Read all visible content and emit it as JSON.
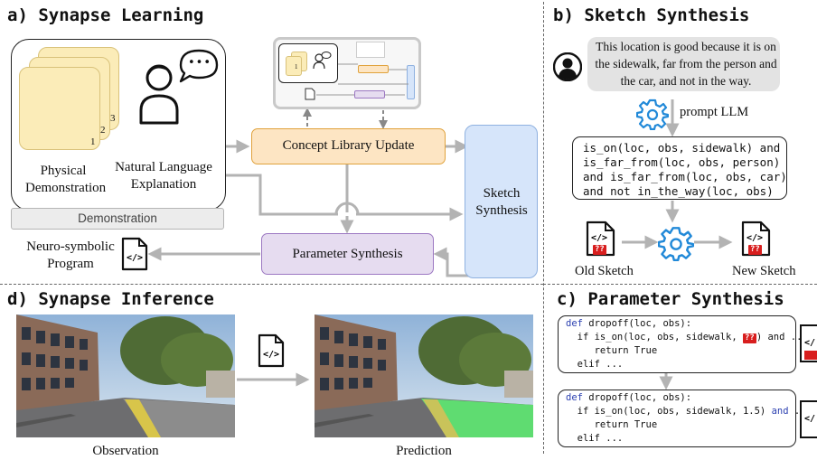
{
  "sections": {
    "a": "a) Synapse Learning",
    "b": "b) Sketch Synthesis",
    "c": "c) Parameter Synthesis",
    "d": "d) Synapse Inference"
  },
  "learning": {
    "card_numbers": [
      "1",
      "2",
      "3"
    ],
    "mini_card_number": "1",
    "physical_demo": "Physical Demonstration",
    "nl_explanation": "Natural Language Explanation",
    "demonstration": "Demonstration",
    "concept_update": "Concept Library Update",
    "sketch_synthesis": "Sketch Synthesis",
    "parameter_synthesis": "Parameter Synthesis",
    "program_label": "Neuro-symbolic Program",
    "speech_dots": "•••"
  },
  "sketch": {
    "utterance": "This location is good because it is on the sidewalk, far from the person and the car, and not in the way.",
    "prompt": "prompt LLM",
    "code_lines": [
      "is_on(loc, obs, sidewalk) and",
      "is_far_from(loc, obs, person)",
      "and is_far_from(loc, obs, car)",
      "and not in_the_way(loc, obs)"
    ],
    "hole_mark": "??",
    "old_sketch": "Old Sketch",
    "new_sketch": "New Sketch"
  },
  "parameter": {
    "top": {
      "line1": "def dropoff(loc, obs):",
      "line2_pre": "  if is_on(loc, obs, sidewalk, ",
      "hole": "??",
      "line2_post": ") and ...",
      "line3": "     return True",
      "line4": "  elif ..."
    },
    "bottom": {
      "line1": "def dropoff(loc, obs):",
      "line2_pre": "  if is_on(loc, obs, sidewalk, 1.5) ",
      "and": "and",
      "line2_post": " ...",
      "line3": "     return True",
      "line4": "  elif ..."
    }
  },
  "inference": {
    "observation": "Observation",
    "prediction": "Prediction"
  },
  "colors": {
    "card_fill": "#fbecb8",
    "concept_fill": "#fde5c3",
    "concept_border": "#e0a23c",
    "sketch_fill": "#d6e5fa",
    "sketch_border": "#8fb1e0",
    "param_fill": "#e6dcf0",
    "param_border": "#9c78c2",
    "gear": "#2189d8",
    "arrow": "#b3b3b3",
    "hole": "#d81e1e",
    "sidewalk_highlight": "#5fdc71"
  }
}
